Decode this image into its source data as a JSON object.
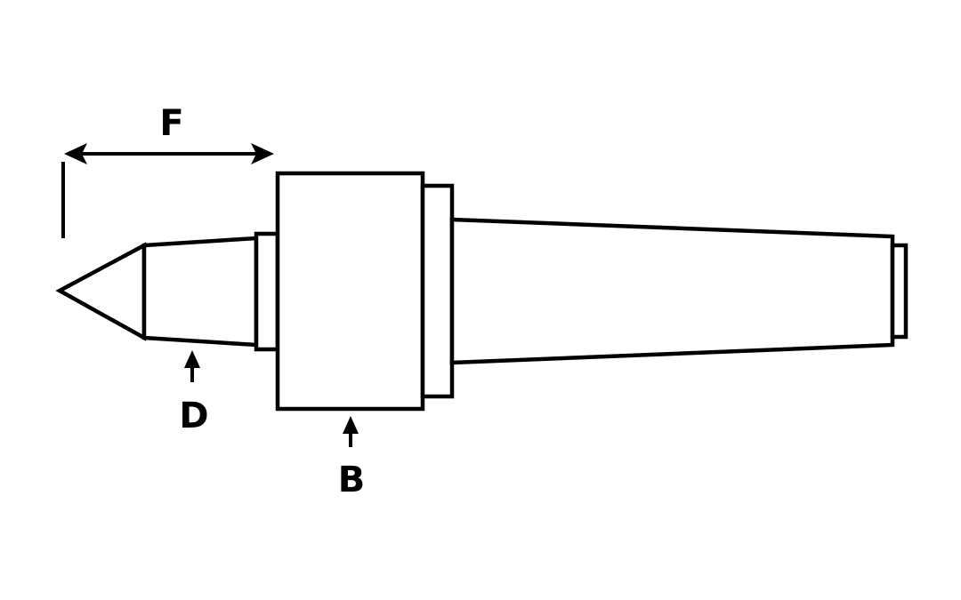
{
  "labels": {
    "f": "F",
    "d": "D",
    "b": "B"
  },
  "colors": {
    "stroke": "#000000",
    "background": "#ffffff"
  }
}
